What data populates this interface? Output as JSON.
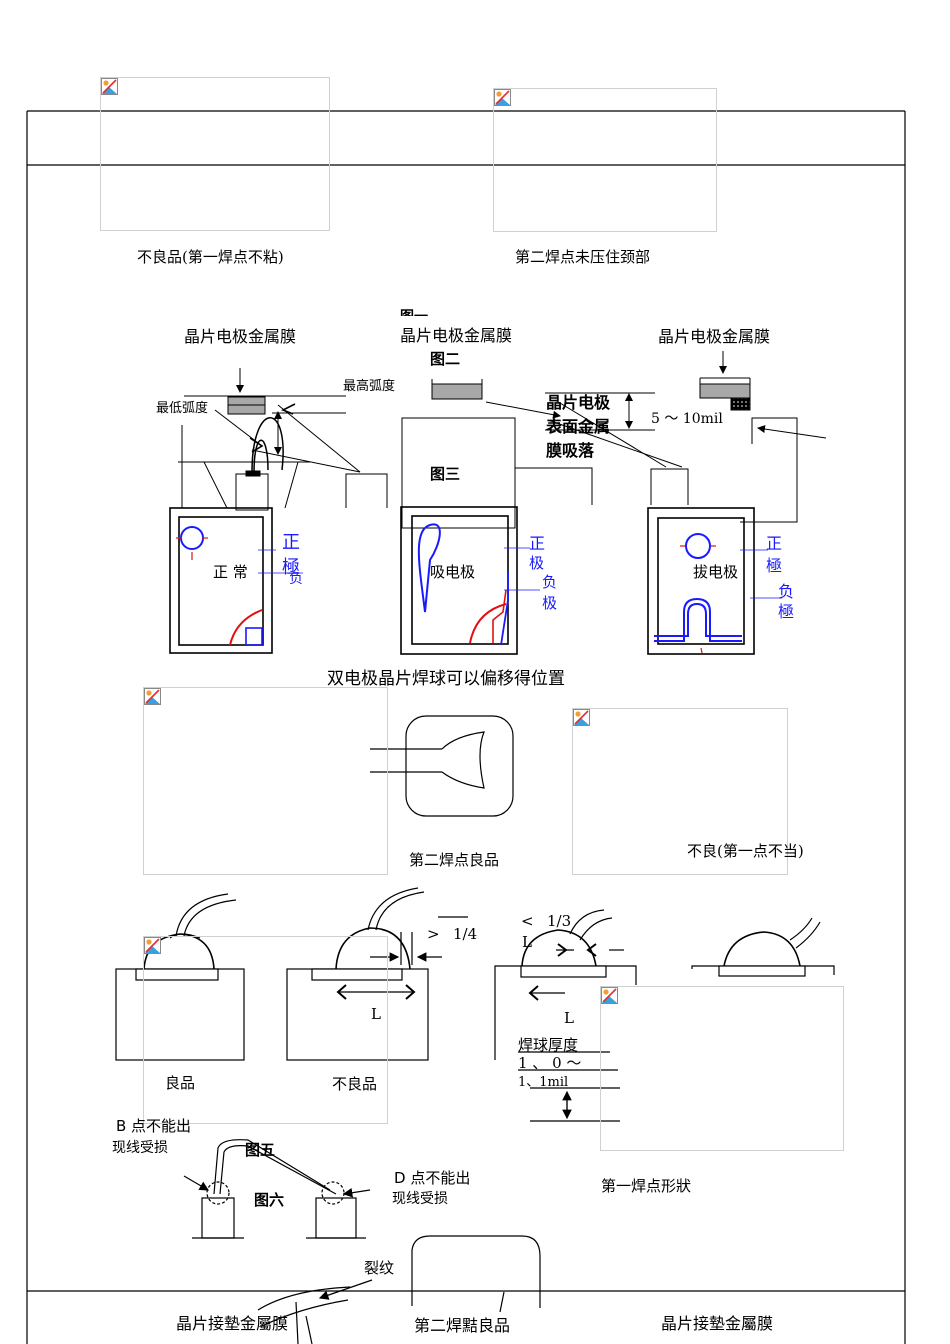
{
  "top_captions": {
    "left": "不良品(第一焊点不粘)",
    "right": "第二焊点未压住颈部"
  },
  "fig_labels": {
    "fig1": "图一",
    "fig2": "图二",
    "fig3": "图三",
    "fig5": "图五",
    "fig6": "图六"
  },
  "chip_membrane": {
    "left": "晶片电极金属膜",
    "mid": "晶片电极金属膜",
    "right": "晶片电极金属膜"
  },
  "arc": {
    "min": "最低弧度",
    "max": "最高弧度"
  },
  "peel_note": {
    "line1": "晶片电极",
    "line2": "表面金属",
    "line3": "膜吸落"
  },
  "gap_note": "5 ～ 10mil",
  "chip_states": {
    "normal": "正  常",
    "absorb": "吸电极",
    "pull": "拔电极"
  },
  "electrodes": {
    "pos_left_1": "正",
    "pos_left_2": "極",
    "neg_left_1": "负",
    "pos_mid_1": "正",
    "pos_mid_2": "极",
    "neg_mid_1": "负",
    "neg_mid_2": "极",
    "pos_right_1": "正",
    "pos_right_2": "極",
    "neg_right_1": "负",
    "neg_right_2": "極"
  },
  "dual_caption": "双电极晶片焊球可以偏移得位置",
  "second_bond_good": "第二焊点良品",
  "bad_first": "不良(第一点不当)",
  "ball": {
    "lt": "<",
    "one_third": "1/3",
    "gt": ">",
    "one_fourth": "1/4",
    "L": "L",
    "good": "良品",
    "bad": "不良品",
    "thickness": "焊球厚度",
    "thickness_val1": "1  、  0  ～",
    "thickness_val2": "1、1mil"
  },
  "first_bond_shape": "第一焊点形狀",
  "points": {
    "b_line1": "B 点不能出",
    "b_line2": "现线受损",
    "d_line1": "D 点不能出",
    "d_line2": "现线受损"
  },
  "crack": "裂纹",
  "bottom": {
    "left": "晶片接墊金屬膜",
    "mid": "第二焊黠良品",
    "right": "晶片接墊金屬膜"
  },
  "colors": {
    "blue": "#1a1aff",
    "red": "#e01010",
    "gray": "#a8a8a8"
  }
}
